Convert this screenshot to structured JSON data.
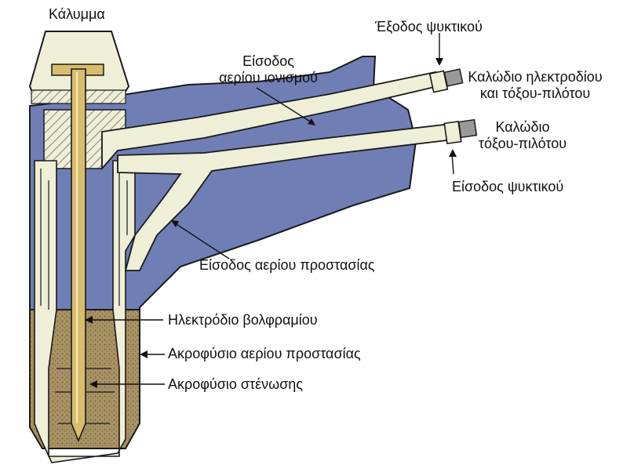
{
  "labels": {
    "cap": "Κάλυμμα",
    "coolant_out": "Έξοδος ψυκτικού",
    "ion_gas_in_l1": "Είσοδος",
    "ion_gas_in_l2": "αερίου ιονισμού",
    "electrode_cable_l1": "Καλώδιο ηλεκτροδίου",
    "electrode_cable_l2": "και τόξου-πιλότου",
    "pilot_cable_l1": "Καλώδιο",
    "pilot_cable_l2": "τόξου-πιλότου",
    "coolant_in": "Είσοδος ψυκτικού",
    "shield_gas_in": "Είσοδος αερίου προστασίας",
    "tungsten_electrode": "Ηλεκτρόδιο βολφραμίου",
    "shield_gas_nozzle": "Ακροφύσιο αερίου προστασίας",
    "constricting_nozzle": "Ακροφύσιο στένωσης"
  },
  "colors": {
    "body_blue": "#6f7fb6",
    "cream": "#efeed6",
    "ceramic": "#a99264",
    "electrode": "#d8bd6e",
    "outline": "#1a1a1a"
  }
}
